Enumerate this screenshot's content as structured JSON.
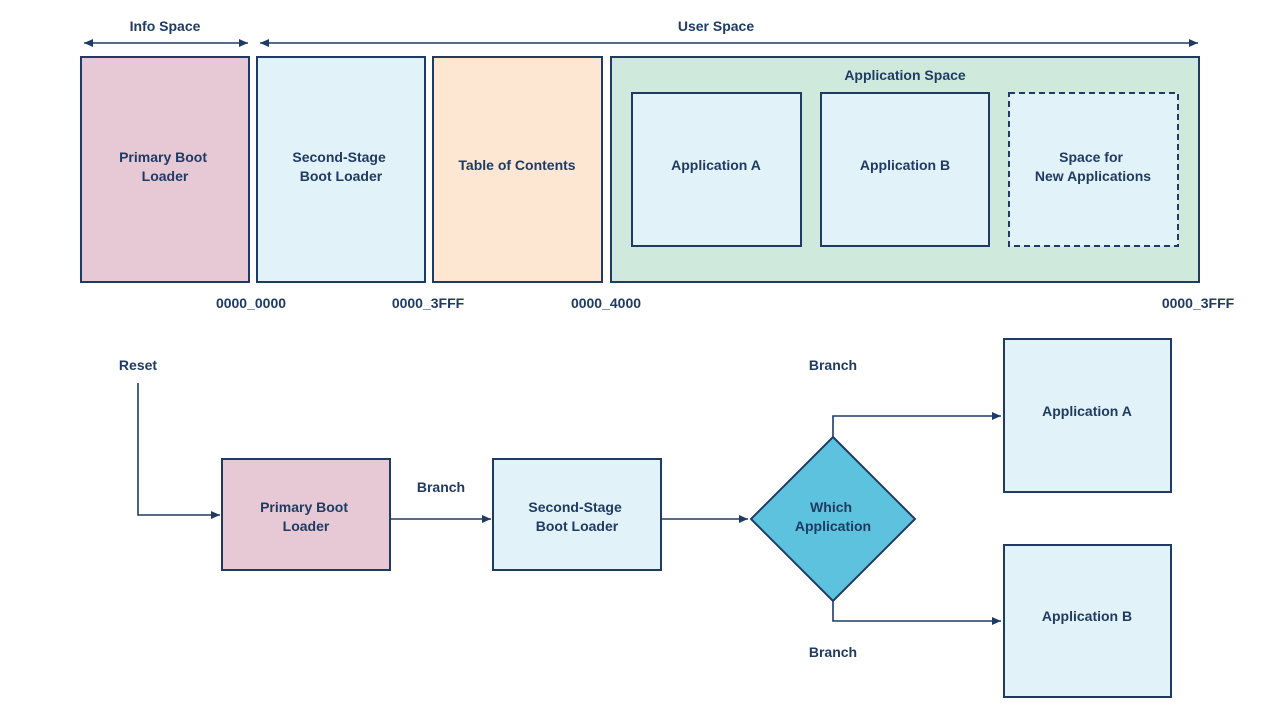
{
  "colors": {
    "stroke": "#1f3b63",
    "text": "#1f3b63",
    "primary_boot_fill": "#e6c9d4",
    "light_blue_fill": "#e2f2f9",
    "toc_fill": "#fde6d2",
    "app_space_fill": "#cfeadc",
    "decision_fill": "#5cc2dd"
  },
  "memory_map": {
    "info_space_label": "Info Space",
    "user_space_label": "User Space",
    "primary_boot_loader": [
      "Primary Boot",
      "Loader"
    ],
    "second_stage_boot_loader": [
      "Second-Stage",
      "Boot Loader"
    ],
    "table_of_contents": "Table of Contents",
    "application_space_label": "Application Space",
    "application_a": "Application A",
    "application_b": "Application B",
    "space_for_new_apps": [
      "Space for",
      "New Applications"
    ],
    "addresses": [
      "0000_0000",
      "0000_3FFF",
      "0000_4000",
      "0000_3FFF"
    ]
  },
  "flow": {
    "reset_label": "Reset",
    "primary_boot_loader": [
      "Primary Boot",
      "Loader"
    ],
    "branch_label_1": "Branch",
    "second_stage_boot_loader": [
      "Second-Stage",
      "Boot Loader"
    ],
    "decision": [
      "Which",
      "Application"
    ],
    "branch_label_top": "Branch",
    "branch_label_bottom": "Branch",
    "application_a": "Application A",
    "application_b": "Application B"
  }
}
